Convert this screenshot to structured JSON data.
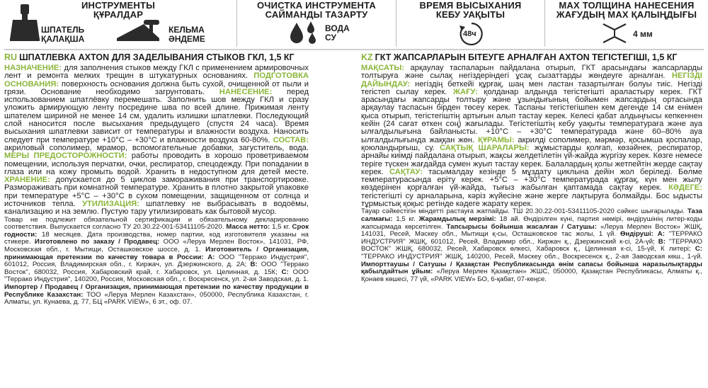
{
  "header": {
    "tools": {
      "title_ru": "ИНСТРУМЕНТЫ",
      "title_kz": "ҚҰРАЛДАР",
      "spatula_ru": "ШПАТЕЛЬ",
      "spatula_kz": "ҚАЛАҚША",
      "trowel_ru": "КЕЛЬМА",
      "trowel_kz": "ӘНДЕМЕ"
    },
    "clean": {
      "title_ru": "ОЧИСТКА ИНСТРУМЕНТА",
      "title_kz": "САЙМАНДЫ ТАЗАРТУ",
      "water_ru": "ВОДА",
      "water_kz": "СУ"
    },
    "dry": {
      "title_ru": "ВРЕМЯ ВЫСЫХАНИЯ",
      "title_kz": "КЕБУ УАҚЫТЫ",
      "hours": "48ч"
    },
    "thick": {
      "title_ru": "МАХ ТОЛЩИНА НАНЕСЕНИЯ",
      "title_kz": "ЖАҒУДЫҢ МАХ ҚАЛЫҢДЫҒЫ",
      "value": "4 мм"
    }
  },
  "ru": {
    "lang": "RU",
    "title": "ШПАТЛЕВКА AXTON ДЛЯ ЗАДЕЛЫВАНИЯ СТЫКОВ ГКЛ, 1,5 КГ",
    "sections": [
      {
        "label": "НАЗНАЧЕНИЕ:",
        "text": " для заполнения стыков между ГКЛ с применением армировочных лент и ремонта мелких трещин в штукатурных основаниях."
      },
      {
        "label": "ПОДГОТОВКА ОСНОВАНИЯ:",
        "text": " поверхность основания должна быть сухой, очищенной от пыли и грязи. Основание необходимо загрунтовать."
      },
      {
        "label": "НАНЕСЕНИЕ:",
        "text": " перед использованием шпатлёвку перемешать. Заполнить шов между ГКЛ и сразу уложить армирующую ленту посредине шва по всей длине. Прижимая ленту шпателем шириной не менее 14 см, удалить излишки шпатлевки. Последующий слой наносится после высыхания предыдущего (спустя 24 часа). Время высыхания шпатлевки зависит от температуры и влажности воздуха. Наносить следует при температуре +10°С – +30°С и влажности воздуха 60-80%."
      },
      {
        "label": "СОСТАВ:",
        "text": " акриловый сополимер, мрамор, вспомогательные добавки, загуститель, вода."
      },
      {
        "label": "МЕРЫ ПРЕДОСТОРОЖНОСТИ:",
        "text": " работы проводить в хорошо проветриваемом помещении, используя перчатки, очки, респиратор, спецодежду. При попадании в глаза или на кожу промыть водой. Хранить в недоступном для детей месте."
      },
      {
        "label": "ХРАНЕНИЕ:",
        "text": " допускается до 5 циклов замораживания при транспортировке. Размораживать при комнатной температуре. Хранить в плотно закрытой упаковке при температуре +5°С – +30°С в сухом помещении, защищенном от солнца и источников тепла."
      },
      {
        "label": "УТИЛИЗАЦИЯ:",
        "text": " шпатлевку не выбрасывать в водоёмы, канализацию и на землю. Пустую тару утилизировать как бытовой мусор."
      }
    ],
    "legal": [
      {
        "b": "",
        "t": "Товар не подлежит обязательной сертификации и обязательному декларированию соответствия. Выпускается согласно ТУ 20.30.22-001-53411105-2020. "
      },
      {
        "b": "Масса нетто:",
        "t": " 1,5 кг. "
      },
      {
        "b": "Срок годности:",
        "t": " 18 месяцев. Дата производства, номер партии, код изготовителя указаны на стикере. "
      },
      {
        "b": "Изготовлено по заказу / Продавец:",
        "t": " ООО «Леруа Мерлен Восток», 141031, РФ, Московская обл., г. Мытищи, Осташковское шоссе, д. 1. "
      },
      {
        "b": "Изготовитель / Организация, принимающая претензии по качеству товара в России: А:",
        "t": " ООО \"Террако Индустрия\", 601012, Россия, Владимирская обл., г. Киржач, ул. Дзержинского, д. 2А; "
      },
      {
        "b": "В:",
        "t": " ООО \"Террако Восток\", 680032, Россия, Хабаровский край, г. Хабаровск, ул. Целинная, д. 15К; "
      },
      {
        "b": "С:",
        "t": " ООО \"Террако Индустрия\", 140200, Россия, Московская обл., г. Воскресенск, ул. 2-ая Заводская, д. 1. "
      },
      {
        "b": "Импортер / Продавец / Организация, принимающая претензии по качеству продукции в Республике Казахстан:",
        "t": " ТОО «Леруа Мерлен Казахстан», 050000, Республика Казахстан, г. Алматы, ул. Кунаева, д. 77, БЦ «PARK VIEW», 6 эт., оф. 07."
      }
    ]
  },
  "kz": {
    "lang": "KZ",
    "title": "ГКТ ЖАПСАРЛАРЫН БІТЕУГЕ АРНАЛҒАН AXTON ТЕГІСТЕГІШІ, 1,5 КГ",
    "sections": [
      {
        "label": "МАҚСАТЫ:",
        "text": " арқаулау таспаларын пайдалана отырып, ГКТ арасындағы жапсарларды толтыруға және сылақ негіздеріндегі ұсақ сызаттарды жөндеуге арналған."
      },
      {
        "label": "НЕГІЗДІ ДАЙЫНДАУ:",
        "text": " негіздің беткейі құрғақ, шаң мен ластан тазартылған болуы тиіс. Негізді тегістеп сылау керек."
      },
      {
        "label": "ЖАҒУ:",
        "text": " қолданар алдында тегістегішті араластыру керек. ГКТ арасындағы жапсарды толтыру және ұзындығының бойымен жапсардың ортасында арқаулау таспасын бірден төсеу керек. Таспаны тегістегішпен кем дегенде 14 см енімен қыса отырып, тегістегіштің артығын алып тастау керек. Келесі қабат алдыңғысы кепкеннен кейін (24 сағат өткен соң) жағылады. Тегістегіштің кебу уақыты температураға және ауа ылғалдылығына байланысты. +10°С – +30°С температурада және 60–80% ауа ылғалдылығында жаққан жөн."
      },
      {
        "label": "ҚҰРАМЫ:",
        "text": " акрилді сополимер, мәрмәр, қосымша қоспалар, қоюландырғыш, су."
      },
      {
        "label": "САҚТЫҚ ШАРАЛАРЫ:",
        "text": " жұмыстарды қолғап, көзәйнек, респиратор, арнайы киімді пайдалана отырып, жақсы желдетілетін үй-жайда жүргізу керек. Көзге немесе теріге түскен жағдайда сумен жуып тастау керек. Балалардың қолы жетпейтін жерде сақтау керек."
      },
      {
        "label": "САҚТАУ:",
        "text": " тасымалдау кезінде 5 мұздату циклына дейін жол беріледі. Бөлме температурасында еріту керек. +5°С – +30°С температурада құрғақ, күн мен жылу көздерінен қорғалған үй-жайда, тығыз жабылған қаптамада сақтау керек."
      },
      {
        "label": "КӘДЕГЕ:",
        "text": " тегістегішті су арналарына, кәріз жүйесіне және жерге лақтыруға болмайды. Бос ыдысты тұрмыстық қоқыс ретінде кәдеге жарату керек."
      }
    ],
    "legal": [
      {
        "b": "",
        "t": "Тауар сәйкестігін міндетті растауға жатпайды. ТШ 20.30.22-001-53411105-2020 сәйкес шығарылады. "
      },
      {
        "b": "Таза салмағы:",
        "t": " 1,5 кг. "
      },
      {
        "b": "Жарамдылық мерзімі:",
        "t": " 18 ай. Өндірілген күні, партия нөмірі, өндірушінің литер-коды жапсырмада көрсетілген. "
      },
      {
        "b": "Тапсырысы бойынша жасалған / Сатушы:",
        "t": " «Леруа Мерлен Восток» ЖШҚ, 141031, Ресей, Мәскеу обл., Мытищи қ-сы, Осташковское тас жолы, 1 үй. "
      },
      {
        "b": "Өндіруші: А:",
        "t": " \"ТЕРРАКО ИНДУСТРИЯ\" ЖШҚ, 601012, Ресей, Владимир обл., Киржач қ., Дзержинский к-сі, 2А-үй; "
      },
      {
        "b": "В:",
        "t": " \"ТЕРРАКО ВОСТОК\" ЖШҚ, 680032, Ресей, Хабаровск өлкесі, Хабаровск қ., Целинная к-сі, 15-үй, К литері; "
      },
      {
        "b": "С:",
        "t": " \"ТЕРРАКО ИНДУСТРИЯ\" ЖШҚ, 140200, Ресей, Мәскеу обл., Воскресенск қ., 2-ая Заводская көш., 1-үй. "
      },
      {
        "b": "Импорттаушы / Сатушы / Қазақстан Республикасында өнім сапасы бойынша наразылықтарды қабылдайтын ұйым:",
        "t": " «Леруа Мерлен Қазақстан» ЖШС, 050000, Қазақстан Республикасы, Алматы қ., Қонаев көшесі, 77 үй, «PARK VIEW» БО, 6-қабат, 07-кеңсе."
      }
    ]
  }
}
